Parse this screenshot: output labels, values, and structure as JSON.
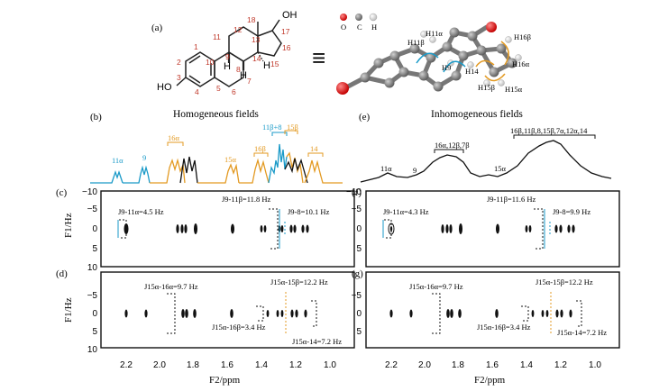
{
  "panels": {
    "a": "(a)",
    "b": "(b)",
    "c": "(c)",
    "d": "(d)",
    "e": "(e)",
    "f": "(f)",
    "g": "(g)"
  },
  "titles": {
    "homogeneous": "Homogeneous fields",
    "inhomogeneous": "Inhomogeneous fields"
  },
  "molecule": {
    "oh_top": "OH",
    "ho_left": "HO",
    "equiv": "≡",
    "numbers": [
      "1",
      "2",
      "3",
      "4",
      "5",
      "6",
      "7",
      "8",
      "9",
      "10",
      "11",
      "12",
      "13",
      "14",
      "15",
      "16",
      "17",
      "18"
    ],
    "h_labels": [
      "H",
      "H",
      "H"
    ],
    "legend": [
      "O",
      "C",
      "H"
    ],
    "model_labels": [
      "H11β",
      "H11α",
      "H9",
      "H14",
      "H16β",
      "H16α",
      "H15α",
      "H15β"
    ]
  },
  "spectrum_b_labels": {
    "p11a": "11α",
    "p9": "9",
    "p16a": "16α",
    "p15a": "15α",
    "p16b": "16β",
    "p11b8": "11β+8",
    "p15b": "15β",
    "p14": "14"
  },
  "spectrum_e_labels": {
    "p11a": "11α",
    "p9": "9",
    "p16a": "16α,12β,7β",
    "p15a": "15α",
    "pbig": "16β,11β,8,15β,7α,12α,14"
  },
  "axes": {
    "y_label": "F1/Hz",
    "x_label": "F2/ppm",
    "y_ticks": [
      "−10",
      "−5",
      "0",
      "5",
      "10"
    ],
    "x_ticks": [
      "2.2",
      "2.0",
      "1.8",
      "1.6",
      "1.4",
      "1.2",
      "1.0"
    ]
  },
  "couplings": {
    "c": [
      "J9-11α=4.5 Hz",
      "J9-11β=11.8 Hz",
      "J9-8=10.1 Hz"
    ],
    "d": [
      "J15α-16α=9.7 Hz",
      "J15α-15β=12.2 Hz",
      "J15α-16β=3.4 Hz",
      "J15α-14=7.2 Hz"
    ],
    "f": [
      "J9-11α=4.3 Hz",
      "J9-11β=11.6 Hz",
      "J9-8=9.9 Hz"
    ],
    "g": [
      "J15α-16α=9.7 Hz",
      "J15α-15β=12.2 Hz",
      "J15α-16β=3.4 Hz",
      "J15α-14=7.2 Hz"
    ]
  },
  "colors": {
    "teal": "#1a9ac8",
    "orange": "#e39a22",
    "black": "#111111",
    "oxygen": "#d62020",
    "carbon": "#7a7a7a"
  }
}
